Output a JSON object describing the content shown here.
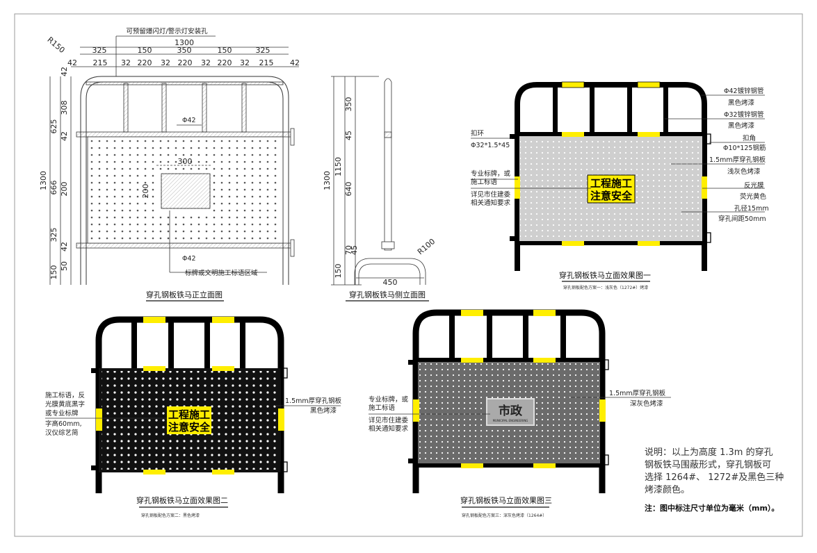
{
  "front": {
    "top_note": "可预留爆闪灯/警示灯安装孔",
    "radius": "R150",
    "overall_width": "1300",
    "segs1": [
      "325",
      "150",
      "350",
      "150",
      "325"
    ],
    "segs2": [
      "42",
      "215",
      "32",
      "220",
      "32",
      "220",
      "32",
      "220",
      "32",
      "215",
      "42"
    ],
    "pipe_label": "Φ42",
    "pipe_label2": "Φ42",
    "panel_w": "300",
    "panel_h": "200",
    "left_overall": "1300",
    "left_625": "625",
    "left_666": "666",
    "left_325": "325",
    "left_150": "150",
    "inner_dims": [
      "42",
      "308",
      "42",
      "200",
      "42",
      "50"
    ],
    "sign_note": "标牌或文明施工标语区域",
    "caption": "穿孔钢板铁马正立面图"
  },
  "side": {
    "overall": "1300",
    "h1150": "1150",
    "d350": "350",
    "d45": "45",
    "d640": "640",
    "d70": "70",
    "d45b": "45",
    "d150": "150",
    "width": "450",
    "radius": "R100",
    "caption": "穿孔钢板铁马侧立面图"
  },
  "eff1": {
    "sign_line1": "工程施工",
    "sign_line2": "注意安全",
    "left_notes": [
      "扣环",
      "Φ32*1.5*45",
      "专业标牌，或",
      "施工标语",
      "详见市住建委",
      "相关通知要求"
    ],
    "right_notes": [
      "Φ42镀锌钢管",
      "黑色烤漆",
      "Φ32镀锌钢管",
      "黑色烤漆",
      "扣角",
      "Φ10*125钢筋",
      "1.5mm厚穿孔钢板",
      "浅灰色烤漆",
      "反光膜",
      "荧光黄色",
      "孔径15mm",
      "穿孔间距50mm"
    ],
    "caption": "穿孔钢板铁马立面效果图一",
    "sub": "穿孔钢板配色方案一：浅灰色（1272#）烤漆"
  },
  "eff2": {
    "sign_line1": "工程施工",
    "sign_line2": "注意安全",
    "left_notes": [
      "施工标语，反",
      "光膜黄底黑字",
      "或专业标牌",
      "字高60mm,",
      "汉仪综艺简"
    ],
    "right_notes": [
      "1.5mm厚穿孔钢板",
      "黑色烤漆"
    ],
    "caption": "穿孔钢板铁马立面效果图二",
    "sub": "穿孔钢板配色方案二：黑色烤漆"
  },
  "eff3": {
    "sign": "市政",
    "sign_sub": "MUNICIPAL ENGINEERING",
    "left_notes": [
      "专业标牌，或",
      "施工标语",
      "详见市住建委",
      "相关通知要求"
    ],
    "right_notes": [
      "1.5mm厚穿孔钢板",
      "深灰色烤漆"
    ],
    "caption": "穿孔钢板铁马立面效果图三",
    "sub": "穿孔钢板配色方案三：深灰色烤漆（1264#）"
  },
  "notes": {
    "desc": [
      "说明：以上为高度  1.3m  的穿孔",
      "钢板铁马围蔽形式，穿孔钢板可",
      "选择 1264#、 1272#及黑色三种",
      "烤漆颜色。"
    ],
    "unit": "注：图中标注尺寸单位为毫米（mm）。"
  },
  "colors": {
    "frame": "#000000",
    "yellow": "#ffee00",
    "light_gray": "#cfcfcf",
    "dark_gray": "#6b6b6b",
    "panel_black": "#111111"
  }
}
